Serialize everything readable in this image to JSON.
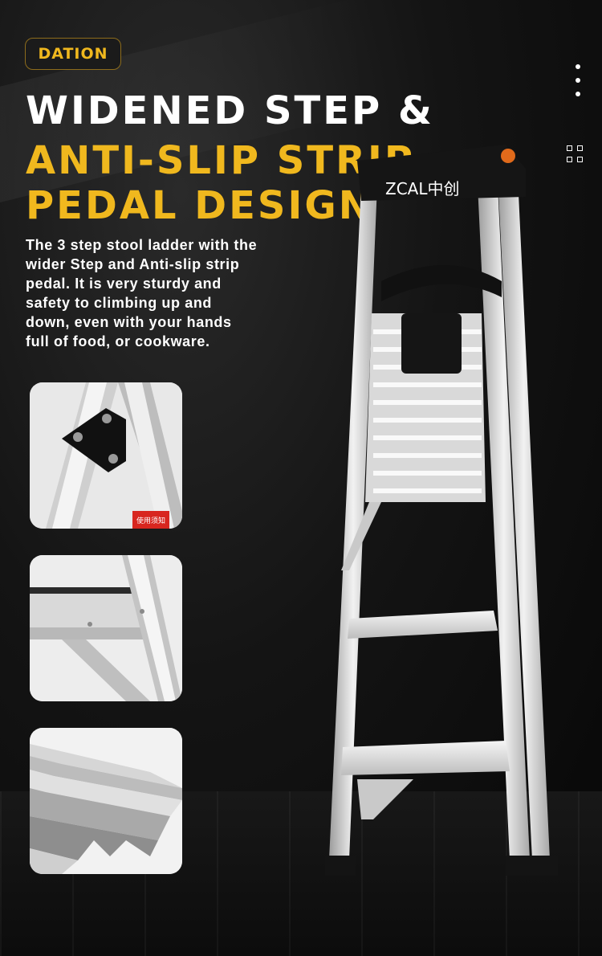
{
  "brand": {
    "logo_text": "DATION"
  },
  "headline": {
    "line1": "WIDENED STEP &",
    "line2": "ANTI-SLIP STRIP",
    "line3": "PEDAL DESIGN"
  },
  "description": "The 3 step stool ladder with the wider Step and Anti-slip strip pedal. It is very sturdy and safety to climbing up and down, even with your hands full of food, or cookware.",
  "product": {
    "ladder_brand": "ZCAL中创",
    "warning_label": "使用须知"
  },
  "icons": {
    "menu": "more-vertical-icon",
    "grid": "grid-icon"
  },
  "colors": {
    "accent": "#f0b81e",
    "background": "#0f0f0f",
    "headline_white": "#ffffff"
  }
}
